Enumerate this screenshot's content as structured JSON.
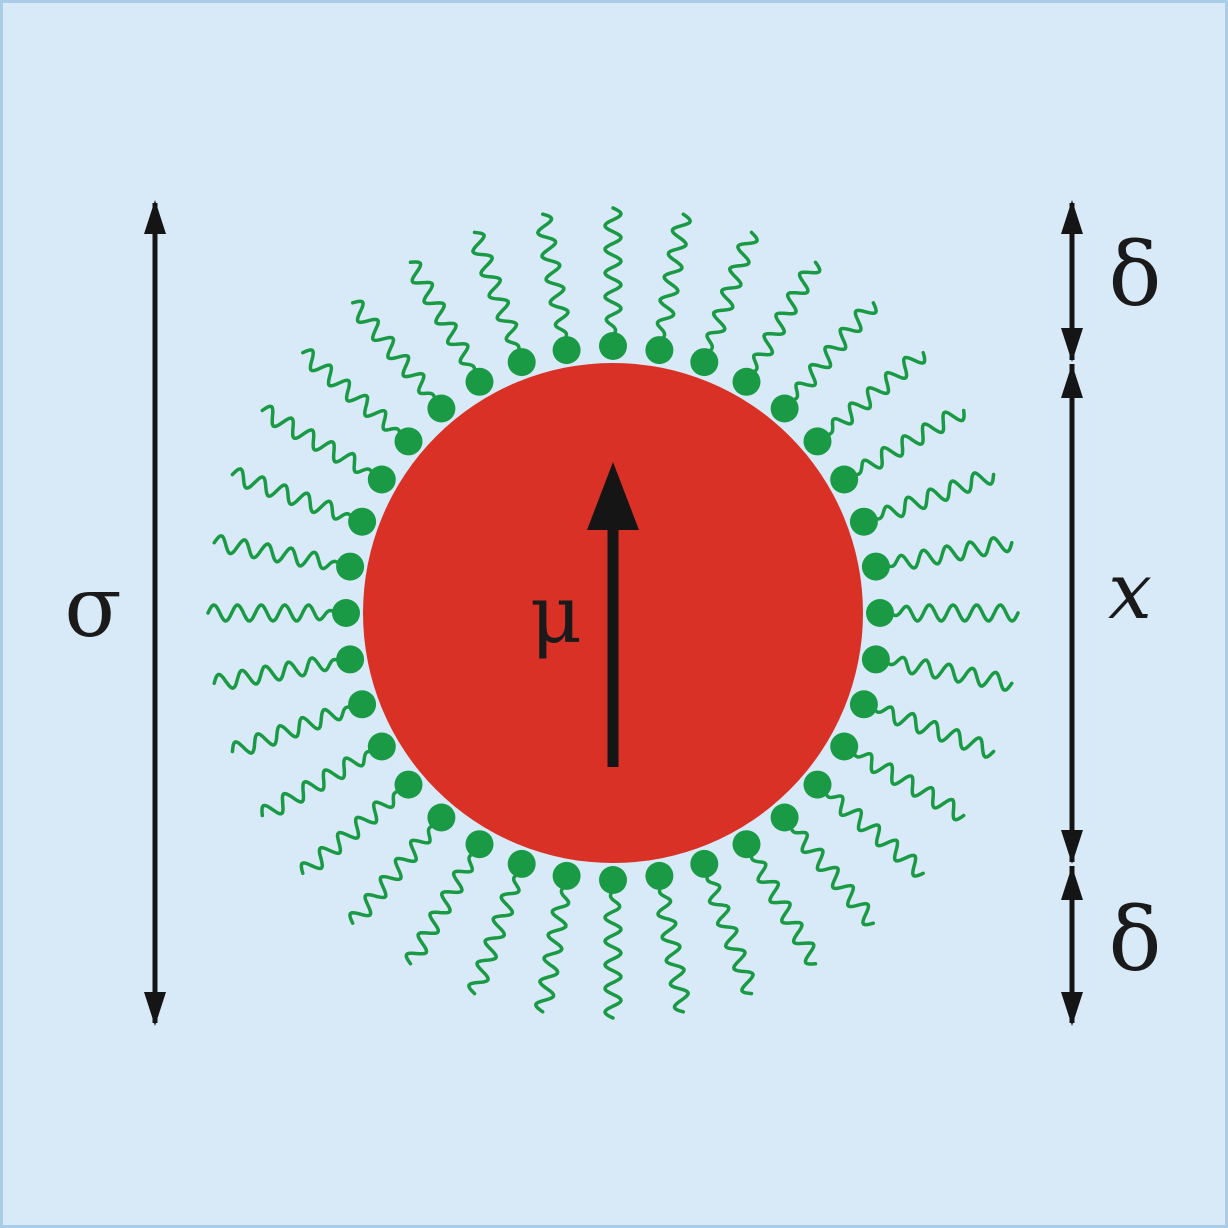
{
  "labels": {
    "sigma": "σ",
    "mu": "μ",
    "delta_top": "δ",
    "x": "x",
    "delta_bottom": "δ"
  },
  "colors": {
    "background": "#d8eaf7",
    "border": "#a9cde6",
    "particle": "#d93126",
    "ligand": "#1a9a44",
    "arrow": "#151515"
  },
  "ligands": {
    "count": 36
  }
}
